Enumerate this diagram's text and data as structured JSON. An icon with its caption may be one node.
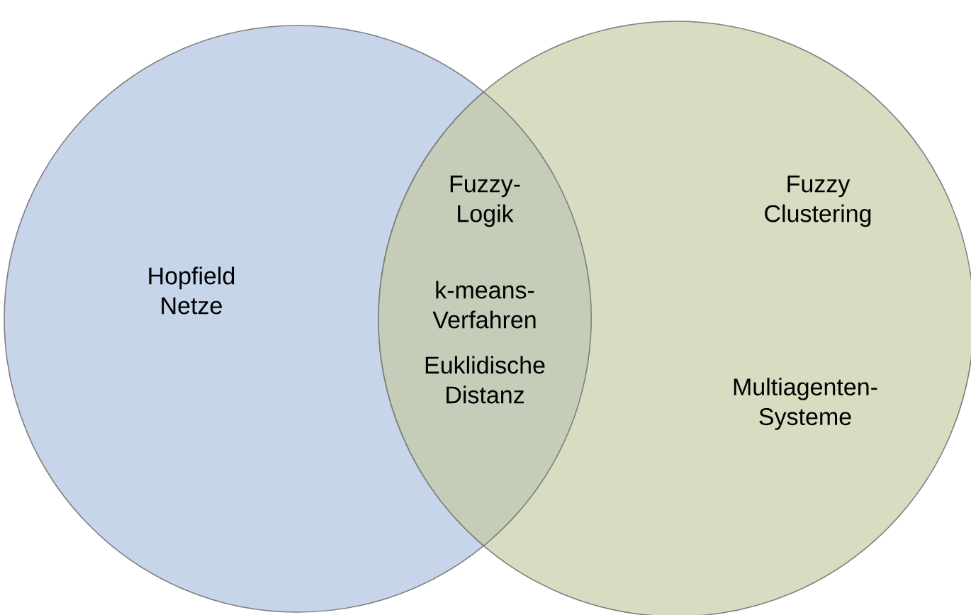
{
  "diagram": {
    "nodes": [
      {
        "text": [
          "Hopfield Netze"
        ]
      },
      {
        "text": [
          "Fuzzy Clustering",
          "Multiagenten-Systeme"
        ]
      },
      {
        "text": [
          "Fuzzy-Logik",
          "k-means-Verfahren",
          "Euklidische Distanz"
        ]
      }
    ],
    "edges": []
  }
}
